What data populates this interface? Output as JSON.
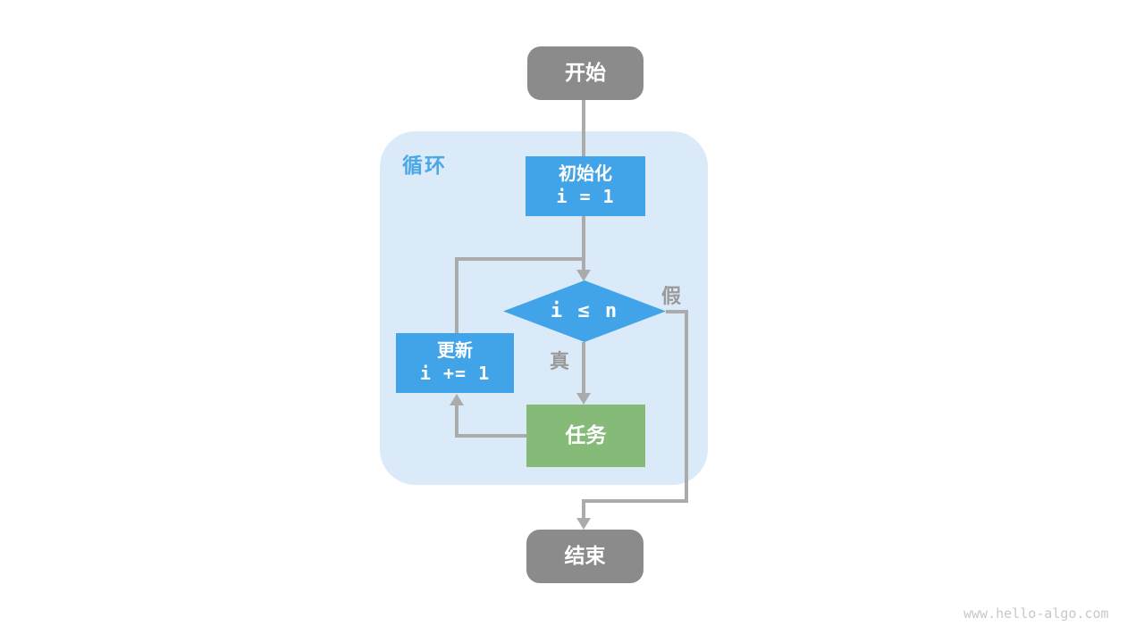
{
  "colors": {
    "node_gray": "#8b8b8b",
    "node_blue": "#41a3e8",
    "node_green": "#86ba78",
    "container_bg": "#daeaf8",
    "line_gray": "#ababab",
    "label_gray": "#9a9a9a",
    "label_blue": "#4aa7e8",
    "watermark_gray": "#c8c8c8"
  },
  "diagram": {
    "container_label": "循环",
    "nodes": {
      "start": {
        "label": "开始"
      },
      "init": {
        "line1": "初始化",
        "line2": "i = 1"
      },
      "condition": {
        "label": "i ≤ n"
      },
      "update": {
        "line1": "更新",
        "line2": "i += 1"
      },
      "task": {
        "label": "任务"
      },
      "end": {
        "label": "结束"
      }
    },
    "edge_labels": {
      "true_branch": "真",
      "false_branch": "假"
    }
  },
  "watermark": "www.hello-algo.com"
}
